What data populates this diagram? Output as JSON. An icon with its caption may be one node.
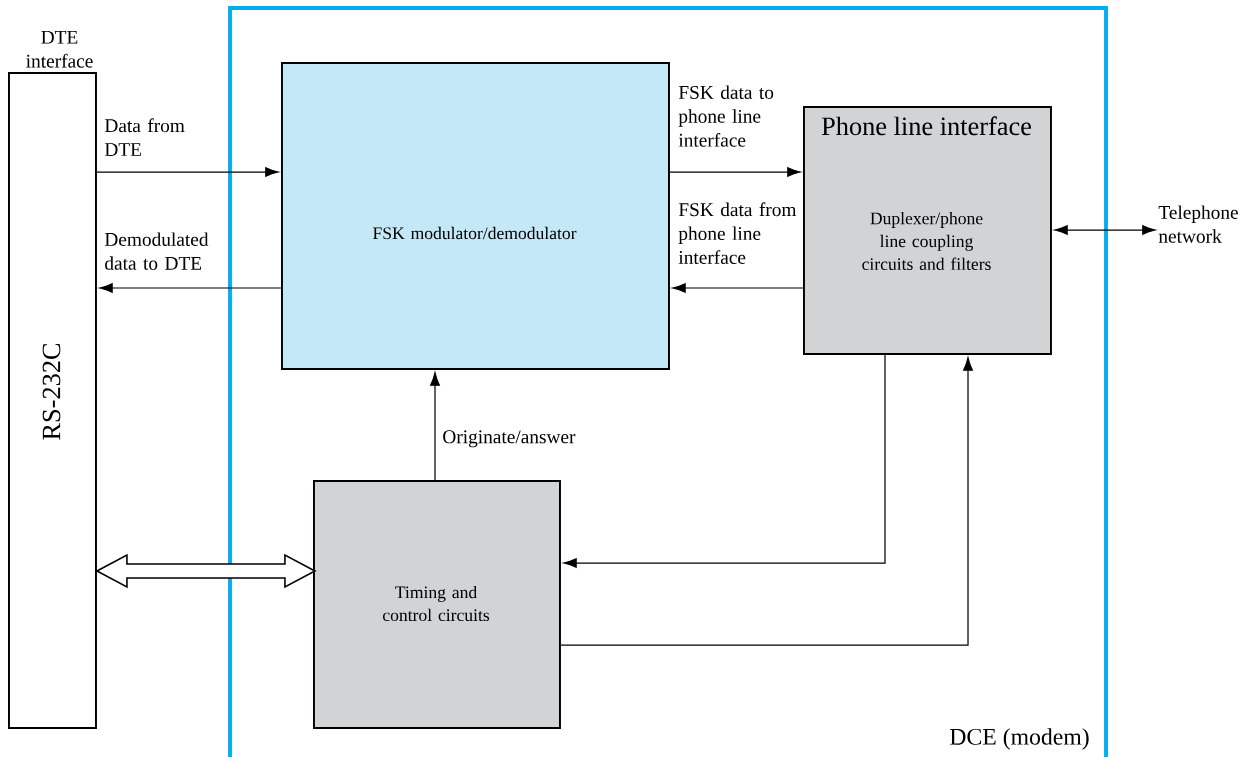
{
  "diagram": {
    "nodes": [
      {
        "text": [
          "DCE (modem)"
        ]
      },
      {
        "text": [
          "DTE interface",
          "RS-232C"
        ]
      },
      {
        "text": [
          "FSK modulator/demodulator"
        ],
        "in": 0
      },
      {
        "text": [
          "Phone line interface",
          "Duplexer/phone line coupling circuits and filters"
        ],
        "in": 0
      },
      {
        "text": [
          "Timing and control circuits"
        ],
        "in": 0
      },
      {
        "text": [
          "Telephone network"
        ]
      }
    ],
    "edges": [
      {
        "from": 1,
        "to": 2,
        "arrow": "to",
        "label": "Data from DTE"
      },
      {
        "from": 2,
        "to": 1,
        "arrow": "to",
        "label": "Demodulated data to DTE"
      },
      {
        "from": 2,
        "to": 3,
        "arrow": "to",
        "label": "FSK data to phone line interface"
      },
      {
        "from": 3,
        "to": 2,
        "arrow": "to",
        "label": "FSK data from phone line interface"
      },
      {
        "from": 3,
        "to": 5,
        "arrow": "both"
      },
      {
        "from": 4,
        "to": 2,
        "arrow": "to",
        "label": "Originate/answer"
      },
      {
        "from": 3,
        "to": 4,
        "arrow": "to"
      },
      {
        "from": 4,
        "to": 3,
        "arrow": "to"
      },
      {
        "from": 1,
        "to": 4,
        "arrow": "both",
        "style": "thick"
      }
    ]
  }
}
